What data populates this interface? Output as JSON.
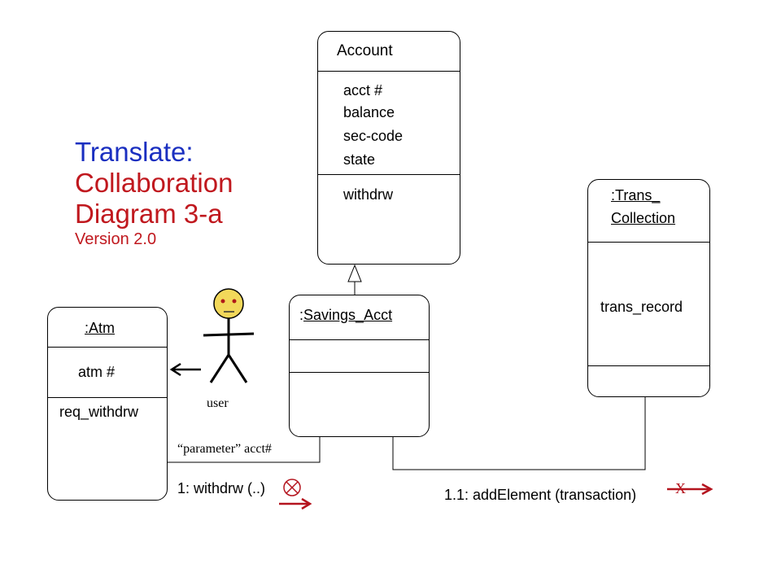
{
  "title": {
    "line1": "Translate:",
    "line2": "Collaboration",
    "line3": "Diagram 3-a",
    "version": "Version 2.0"
  },
  "account": {
    "name": "Account",
    "attributes": [
      "acct #",
      "balance",
      "sec-code",
      "state"
    ],
    "method": "withdrw"
  },
  "trans_collection": {
    "name_line1": ":Trans_",
    "name_line2": "Collection",
    "attribute": "trans_record"
  },
  "savings": {
    "prefix": ":",
    "name": "Savings_Acct"
  },
  "atm": {
    "name": ":Atm",
    "attribute": "atm #",
    "method": "req_withdrw"
  },
  "actor": {
    "label": "user"
  },
  "messages": {
    "parameter": "“parameter”  acct#",
    "withdraw": "1: withdrw (..)",
    "add_element": "1.1: addElement (transaction)",
    "x_mark": "X"
  },
  "colors": {
    "title_blue": "#1a2fc0",
    "title_red": "#c0181e",
    "arrow_red": "#b4141e",
    "face_yellow": "#f2d85a"
  }
}
